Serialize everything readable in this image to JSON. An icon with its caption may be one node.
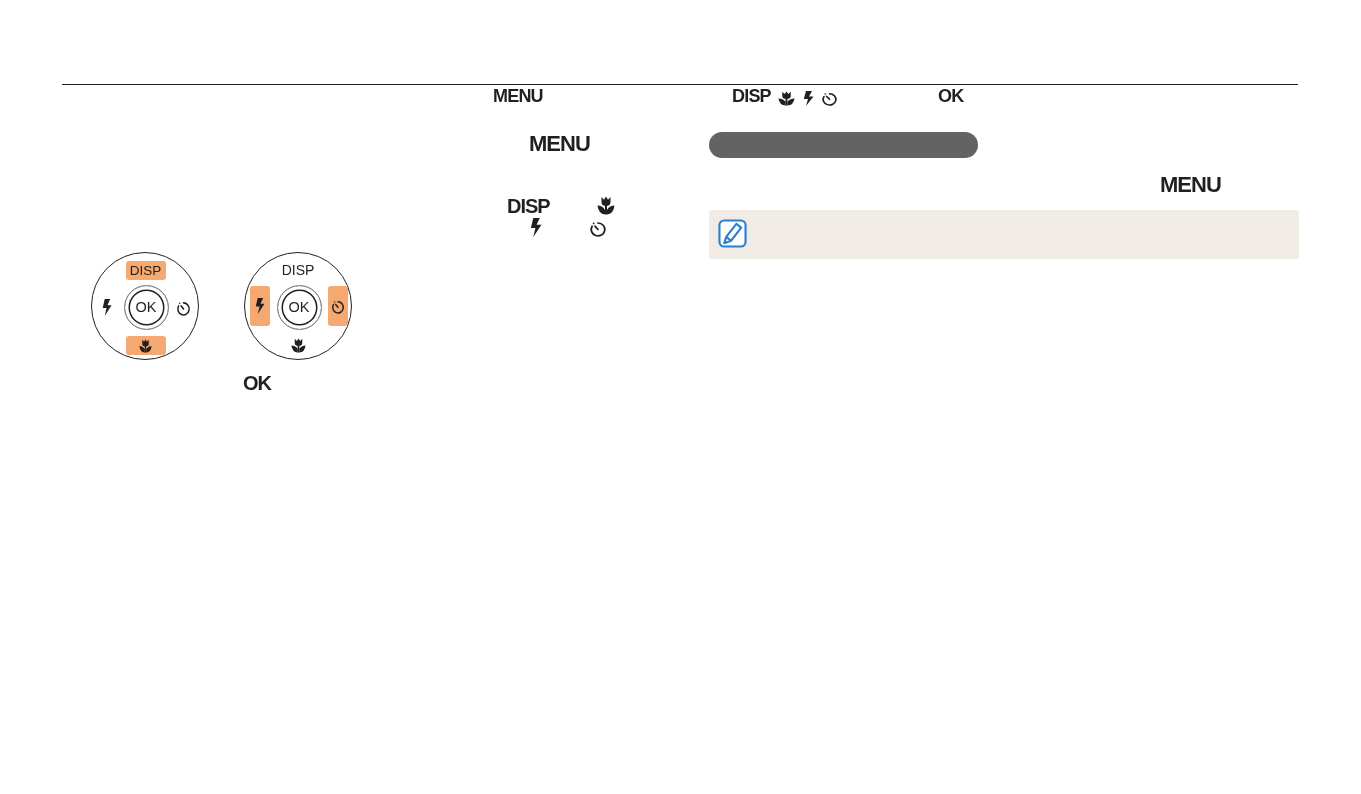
{
  "diagram": {
    "nodes": [
      {
        "text": [],
        "shape": "circle"
      },
      {
        "text": [
          "DISP"
        ],
        "in": 0
      },
      {
        "text": [
          "OK"
        ],
        "in": 0
      },
      {
        "text": [],
        "shape": "box",
        "in": 0
      },
      {
        "text": [
          "DISP"
        ]
      },
      {
        "text": [],
        "shape": "box",
        "in": 4
      },
      {
        "text": [
          "OK"
        ],
        "in": 4
      },
      {
        "text": [],
        "shape": "box",
        "in": 4
      },
      {
        "text": [],
        "shape": "bar"
      },
      {
        "text": [],
        "shape": "box"
      }
    ],
    "labels": [
      "MENU",
      "MENU",
      "DISP",
      "OK",
      "DISP",
      "OK",
      "MENU"
    ]
  }
}
